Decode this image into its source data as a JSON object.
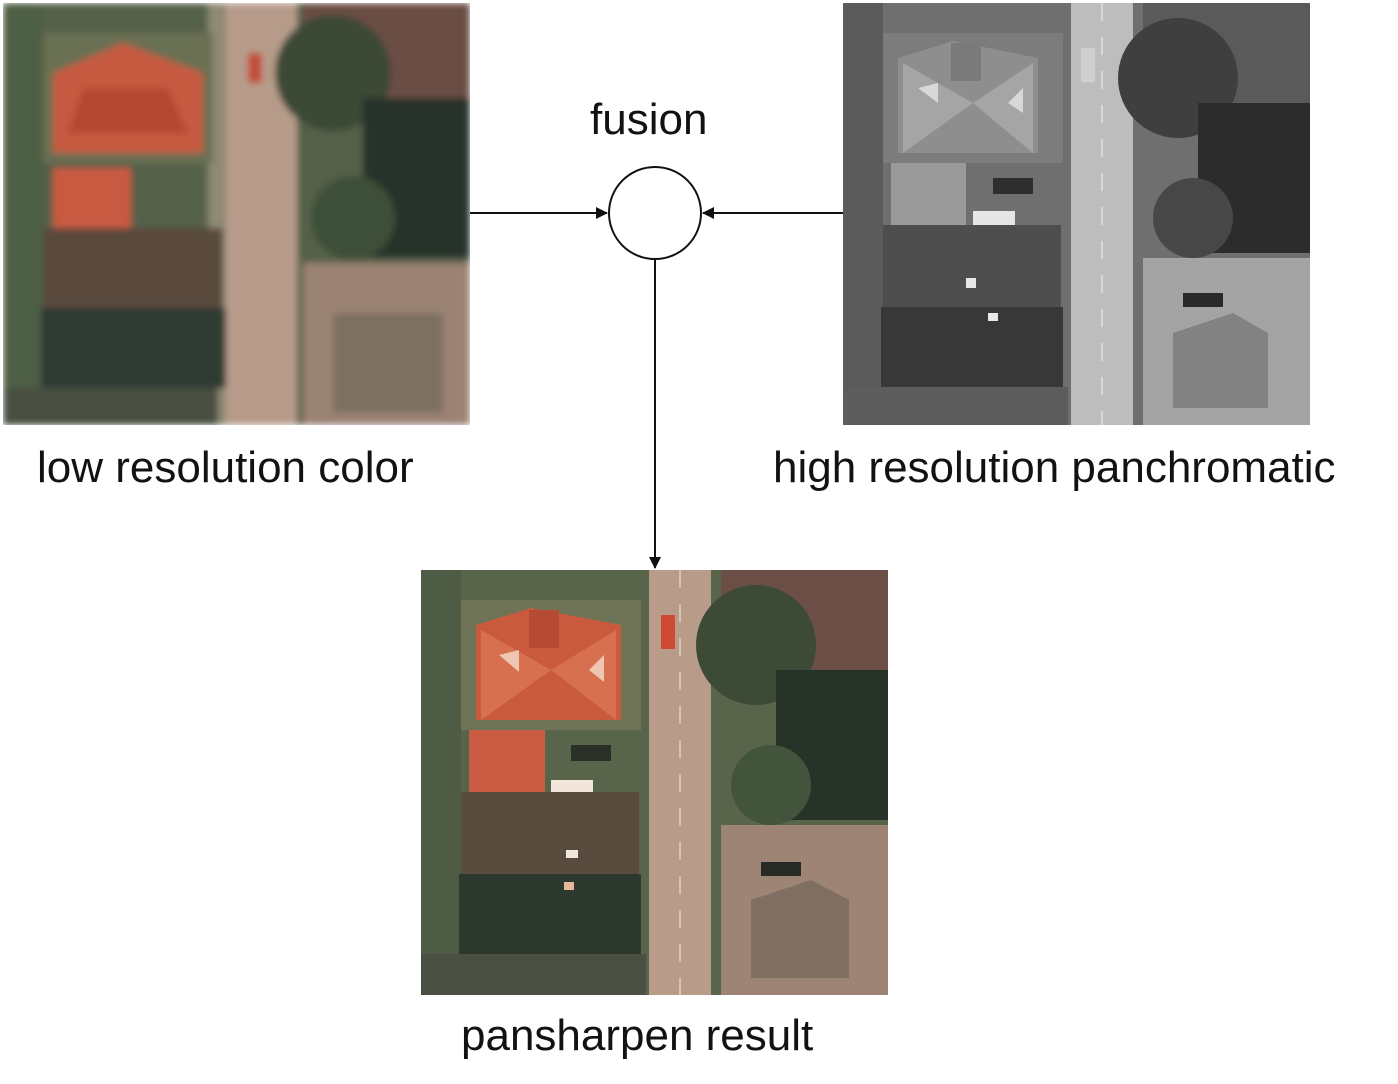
{
  "diagram": {
    "fusion_label": "fusion",
    "low_res_label": "low resolution color",
    "high_res_label": "high resolution panchromatic",
    "result_label": "pansharpen result"
  },
  "colors": {
    "line": "#111111",
    "background": "#ffffff",
    "roof_orange": "#c8553d",
    "roof_dark": "#2f3a30",
    "grass": "#5b6b4c",
    "road": "#b9a08f"
  }
}
